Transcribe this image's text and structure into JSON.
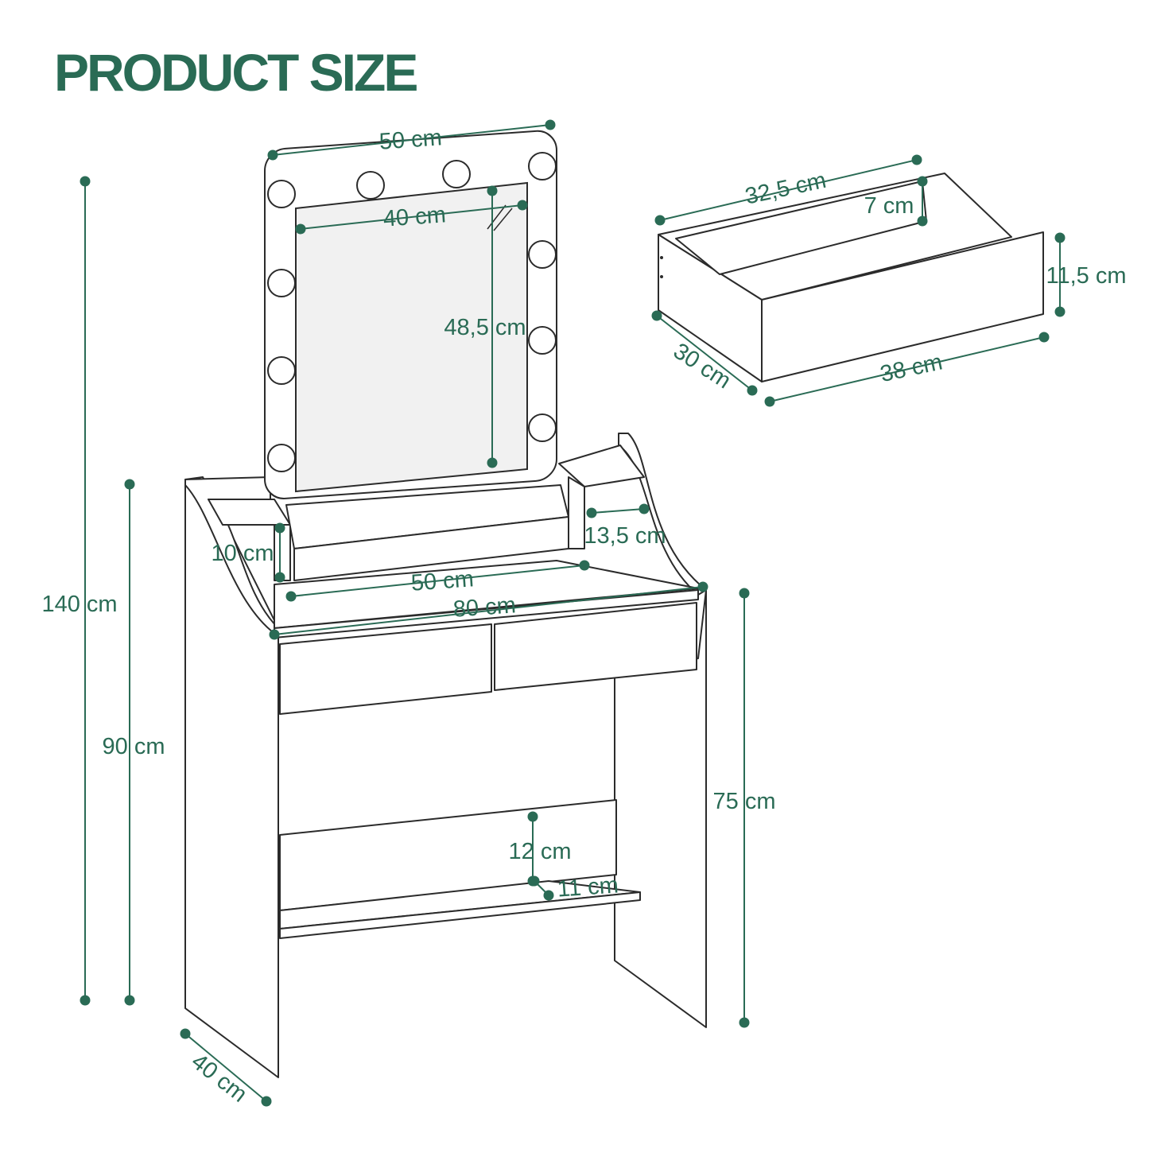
{
  "title": "PRODUCT SIZE",
  "colors": {
    "accent": "#2a6b55",
    "line": "#2b2b2b",
    "mirror": "#f1f1f1"
  },
  "dimensions": {
    "mirror_width": "50 cm",
    "mirror_glass_width": "40 cm",
    "mirror_glass_height": "48,5 cm",
    "total_height": "140 cm",
    "table_height": "90 cm",
    "leg_height": "75 cm",
    "depth": "40 cm",
    "shelf_height": "10 cm",
    "side_shelf_depth": "13,5 cm",
    "inner_width": "50 cm",
    "table_width": "80 cm",
    "bottom_gap": "12 cm",
    "bottom_shelf_depth": "11 cm",
    "drawer_inner_width": "32,5 cm",
    "drawer_inner_height": "7 cm",
    "drawer_height": "11,5 cm",
    "drawer_depth": "30 cm",
    "drawer_width": "38 cm"
  }
}
